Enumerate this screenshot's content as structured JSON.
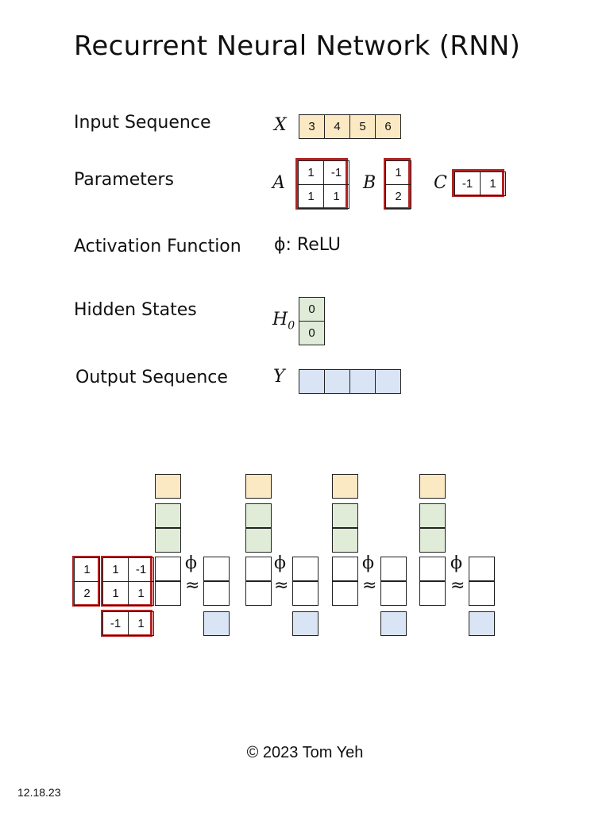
{
  "title": "Recurrent Neural Network (RNN)",
  "sections": {
    "input": {
      "label": "Input Sequence",
      "symbol": "X",
      "values": [
        "3",
        "4",
        "5",
        "6"
      ]
    },
    "params": {
      "label": "Parameters",
      "A": {
        "symbol": "A",
        "values": [
          [
            "1",
            "-1"
          ],
          [
            "1",
            "1"
          ]
        ]
      },
      "B": {
        "symbol": "B",
        "values": [
          [
            "1"
          ],
          [
            "2"
          ]
        ]
      },
      "C": {
        "symbol": "C",
        "values": [
          [
            "-1",
            "1"
          ]
        ]
      }
    },
    "activation": {
      "label": "Activation Function",
      "value": "ϕ: ReLU"
    },
    "hidden": {
      "label": "Hidden States",
      "symbol": "H",
      "subscript": "0",
      "values": [
        "0",
        "0"
      ]
    },
    "output": {
      "label": "Output Sequence",
      "symbol": "Y"
    }
  },
  "bottom": {
    "B": [
      [
        "1"
      ],
      [
        "2"
      ]
    ],
    "A": [
      [
        "1",
        "-1"
      ],
      [
        "1",
        "1"
      ]
    ],
    "C": [
      [
        "-1",
        "1"
      ]
    ],
    "phi": "ϕ",
    "approx": "≈"
  },
  "colors": {
    "input_fill": "#fbe9c3",
    "hidden_fill": "#e0ecd8",
    "output_fill": "#d9e4f4",
    "param_border": "#b22222"
  },
  "footer": {
    "copyright": "©  2023 Tom Yeh",
    "date": "12.18.23"
  }
}
